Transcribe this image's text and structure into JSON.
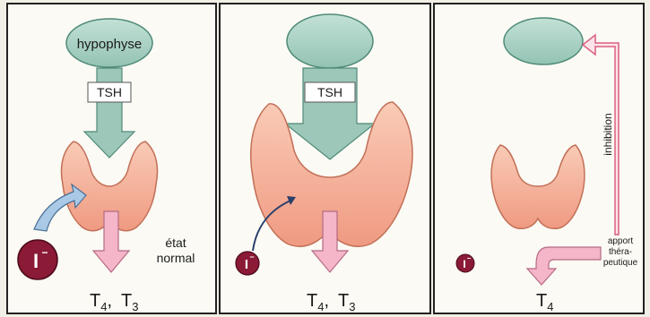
{
  "panel1": {
    "hypophyse_label": "hypophyse",
    "tsh_label": "TSH",
    "iodide_label": "I",
    "iodide_charge": "−",
    "state_label_line1": "état",
    "state_label_line2": "normal",
    "output_main": "T",
    "output_main_sub": "4",
    "output_sep": ",",
    "output_second": "T",
    "output_second_sub": "3"
  },
  "panel2": {
    "tsh_label": "TSH",
    "iodide_label": "I",
    "iodide_charge": "−",
    "output_main": "T",
    "output_main_sub": "4",
    "output_sep": ",",
    "output_second": "T",
    "output_second_sub": "3"
  },
  "panel3": {
    "inhibition_label": "inhibition",
    "iodide_label": "I",
    "iodide_charge": "−",
    "apport_line1": "apport",
    "apport_line2": "théra-",
    "apport_line3": "peutique",
    "output_main": "T",
    "output_main_sub": "4"
  },
  "colors": {
    "background": "#f2efe6",
    "panel_fill": "#fbfaf4",
    "panel_border": "#222222",
    "pituitary_fill": "#a9d2c4",
    "pituitary_stroke": "#4f8a78",
    "tsh_arrow": "#9cc7b9",
    "thyroid_fill": "#f5b69c",
    "thyroid_stroke": "#c27058",
    "iodide_fill": "#8a1a35",
    "hormone_arrow": "#f4b6c8",
    "iodide_arrow": "#a9c9e6"
  }
}
